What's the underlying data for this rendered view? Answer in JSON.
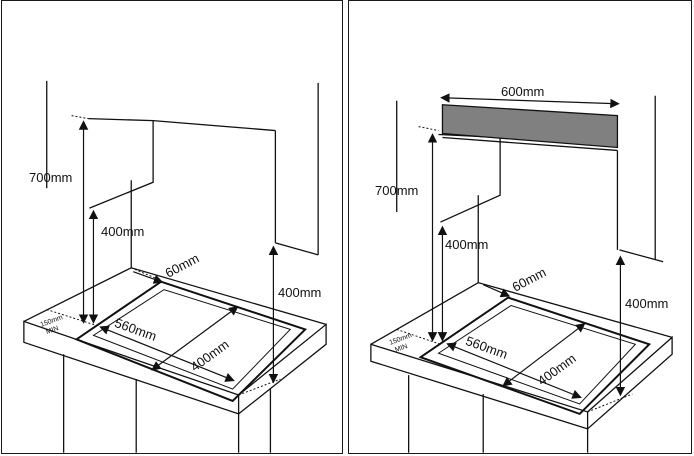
{
  "left_panel": {
    "height_label": "700mm",
    "clearance_label": "400mm",
    "side_label": "400mm",
    "front_label": "560mm",
    "depth_label": "400mm",
    "back_label": "60mm",
    "min_label_top": "150mm",
    "min_label_bottom": "MIN"
  },
  "right_panel": {
    "hood_width_label": "600mm",
    "height_label": "700mm",
    "clearance_label": "400mm",
    "side_label": "400mm",
    "front_label": "560mm",
    "depth_label": "400mm",
    "back_label": "60mm",
    "min_label_top": "150mm",
    "min_label_bottom": "MIN"
  }
}
